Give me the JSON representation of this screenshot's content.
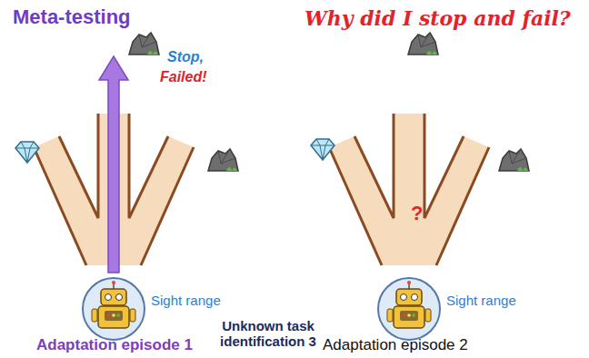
{
  "diagram": {
    "title": "Meta-testing",
    "labels": [
      "Why did I stop and fail?",
      "Stop,",
      "Failed!",
      "Sight range",
      "Unknown task identification 3",
      "Adaptation episode 1",
      "Sight range",
      "?",
      "Adaptation episode 2"
    ]
  }
}
